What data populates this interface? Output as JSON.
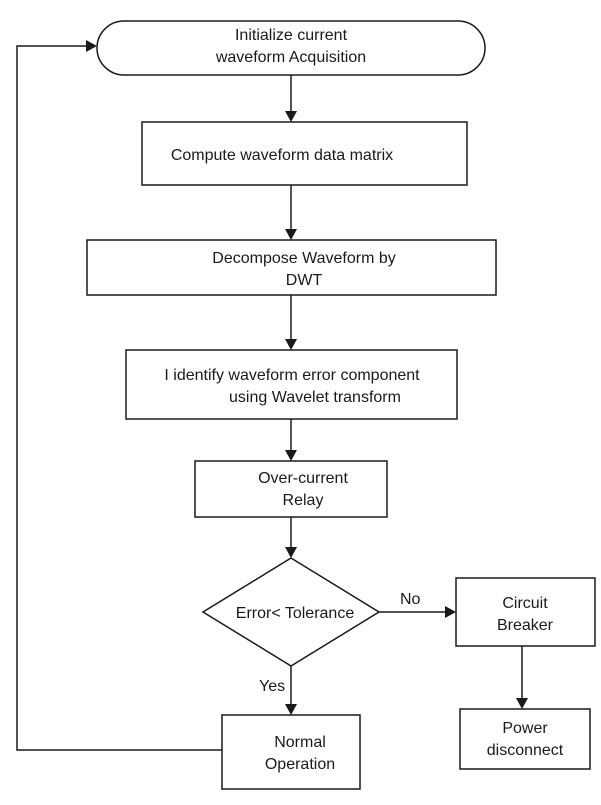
{
  "flowchart": {
    "start": {
      "line1": "Initialize current",
      "line2": "waveform Acquisition"
    },
    "compute": {
      "line1": "Compute waveform data matrix"
    },
    "decompose": {
      "line1": "Decompose Waveform by",
      "line2": "DWT"
    },
    "identify": {
      "line1": "I identify waveform error component",
      "line2": "using Wavelet transform"
    },
    "relay": {
      "line1": "Over-current",
      "line2": "Relay"
    },
    "decision": {
      "line1": "Error< Tolerance"
    },
    "breaker": {
      "line1": "Circuit",
      "line2": "Breaker"
    },
    "power": {
      "line1": "Power",
      "line2": "disconnect"
    },
    "normal": {
      "line1": "Normal",
      "line2": "Operation"
    },
    "labels": {
      "no": "No",
      "yes": "Yes"
    }
  }
}
